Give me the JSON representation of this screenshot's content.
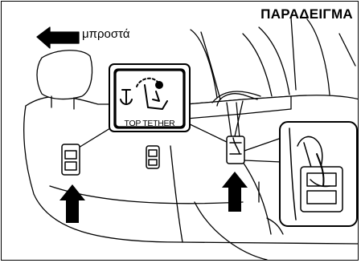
{
  "diagram": {
    "title": "ΠΑΡΑΔΕΙΓΜΑ",
    "direction_label": "μπροστά",
    "badge_label": "TOP TETHER",
    "icons": [
      "front-arrow-icon",
      "child-seat-anchor-icon",
      "up-arrow-icon",
      "anchor-hook-icon"
    ]
  }
}
